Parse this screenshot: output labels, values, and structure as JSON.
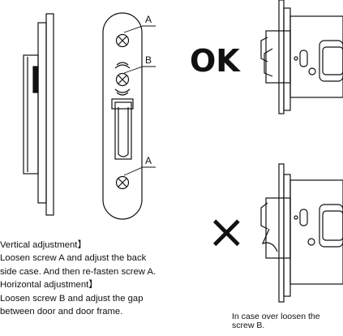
{
  "labels": {
    "screw_a_top": "A",
    "screw_b": "B",
    "screw_a_bottom": "A",
    "ok": "OK",
    "cross": "×"
  },
  "instructions": [
    "Vertical adjustment】",
    "Loosen screw A and adjust the back",
    "side case. And then re-fasten screw A.",
    "Horizontal adjustment】",
    "Loosen screw B and adjust the gap",
    "between door and door frame."
  ],
  "note": {
    "line1": "In case over loosen the",
    "line2": "screw B."
  }
}
